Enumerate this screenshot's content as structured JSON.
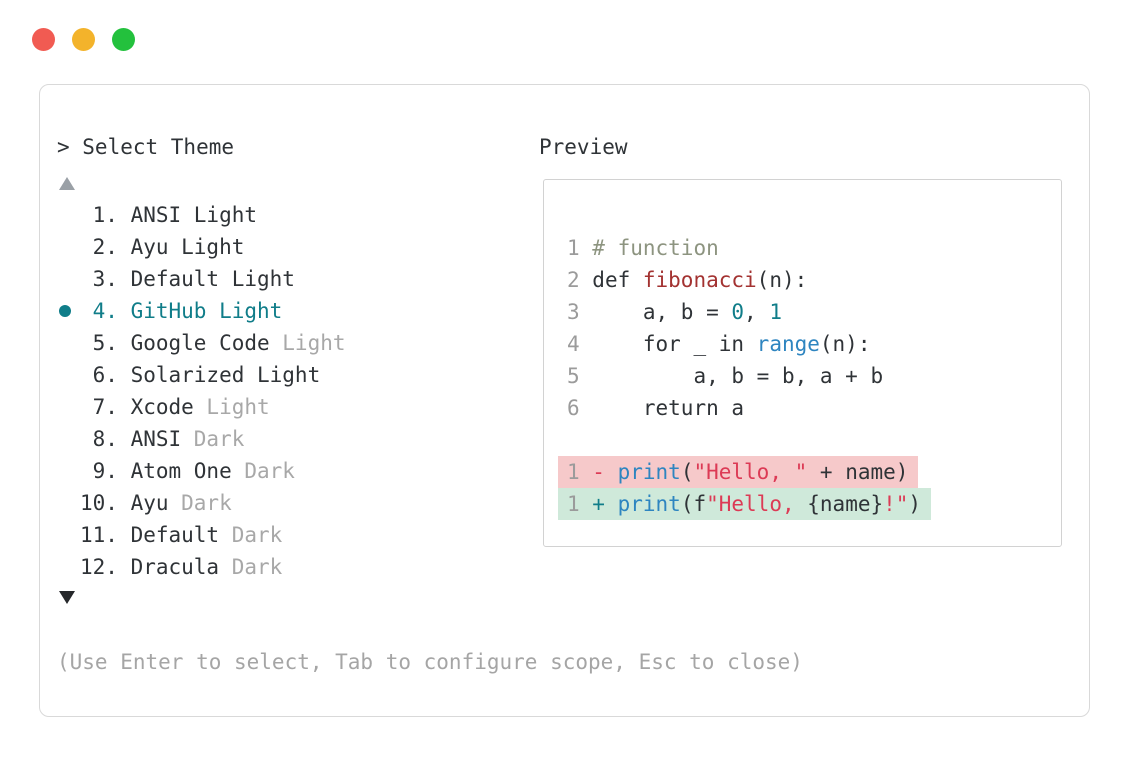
{
  "colors": {
    "accent_teal": "#107d89",
    "traffic_close": "#f15b52",
    "traffic_minimize": "#f3b32b",
    "traffic_zoom": "#23c13d",
    "diff_removed_bg": "#f6c9ca",
    "diff_added_bg": "#cfe9da"
  },
  "selector": {
    "title": "> Select Theme",
    "help": "(Use Enter to select, Tab to configure scope, Esc to close)",
    "themes": [
      {
        "num": "1.",
        "name": "ANSI Light",
        "variant": "",
        "selected": false
      },
      {
        "num": "2.",
        "name": "Ayu Light",
        "variant": "",
        "selected": false
      },
      {
        "num": "3.",
        "name": "Default Light",
        "variant": "",
        "selected": false
      },
      {
        "num": "4.",
        "name": "GitHub Light",
        "variant": "",
        "selected": true
      },
      {
        "num": "5.",
        "name": "Google Code",
        "variant": "Light",
        "selected": false
      },
      {
        "num": "6.",
        "name": "Solarized Light",
        "variant": "",
        "selected": false
      },
      {
        "num": "7.",
        "name": "Xcode",
        "variant": "Light",
        "selected": false
      },
      {
        "num": "8.",
        "name": "ANSI",
        "variant": "Dark",
        "selected": false
      },
      {
        "num": "9.",
        "name": "Atom One",
        "variant": "Dark",
        "selected": false
      },
      {
        "num": "10.",
        "name": "Ayu",
        "variant": "Dark",
        "selected": false
      },
      {
        "num": "11.",
        "name": "Default",
        "variant": "Dark",
        "selected": false
      },
      {
        "num": "12.",
        "name": "Dracula",
        "variant": "Dark",
        "selected": false
      }
    ]
  },
  "preview": {
    "label": "Preview",
    "code_lines": [
      {
        "diff": "",
        "tokens": [
          [
            "ln",
            "1 "
          ],
          [
            "c",
            "# function"
          ]
        ]
      },
      {
        "diff": "",
        "tokens": [
          [
            "ln",
            "2 "
          ],
          [
            "t",
            "def "
          ],
          [
            "fn",
            "fibonacci"
          ],
          [
            "t",
            "(n):"
          ]
        ]
      },
      {
        "diff": "",
        "tokens": [
          [
            "ln",
            "3 "
          ],
          [
            "t",
            "    a, b = "
          ],
          [
            "num",
            "0"
          ],
          [
            "t",
            ", "
          ],
          [
            "num",
            "1"
          ]
        ]
      },
      {
        "diff": "",
        "tokens": [
          [
            "ln",
            "4 "
          ],
          [
            "t",
            "    for _ in "
          ],
          [
            "blue",
            "range"
          ],
          [
            "t",
            "(n):"
          ]
        ]
      },
      {
        "diff": "",
        "tokens": [
          [
            "ln",
            "5 "
          ],
          [
            "t",
            "        a, b = b, a + b"
          ]
        ]
      },
      {
        "diff": "",
        "tokens": [
          [
            "ln",
            "6 "
          ],
          [
            "t",
            "    return a"
          ]
        ]
      },
      {
        "diff": "",
        "tokens": []
      },
      {
        "diff": "del",
        "tokens": [
          [
            "ln",
            "1 "
          ],
          [
            "del",
            "- "
          ],
          [
            "blue",
            "print"
          ],
          [
            "t",
            "("
          ],
          [
            "str",
            "\"Hello, \""
          ],
          [
            "t",
            " + name)"
          ]
        ]
      },
      {
        "diff": "add",
        "tokens": [
          [
            "ln",
            "1 "
          ],
          [
            "add",
            "+ "
          ],
          [
            "blue",
            "print"
          ],
          [
            "t",
            "(f"
          ],
          [
            "str",
            "\"Hello, "
          ],
          [
            "t",
            "{name}"
          ],
          [
            "str",
            "!\""
          ],
          [
            "t",
            ")"
          ]
        ]
      }
    ]
  }
}
